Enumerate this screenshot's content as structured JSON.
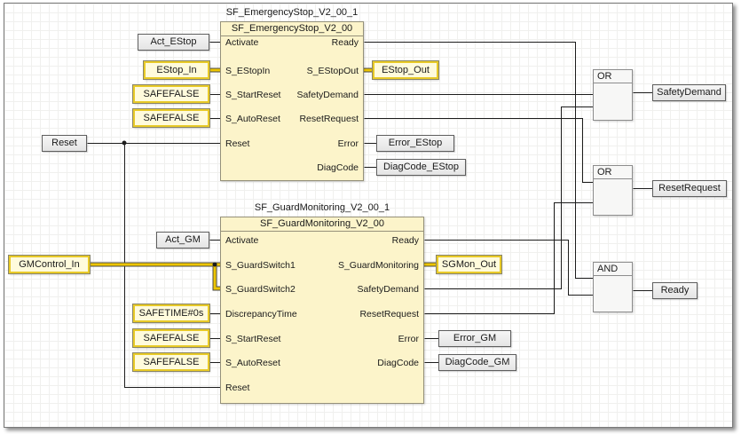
{
  "es": {
    "instance": "SF_EmergencyStop_V2_00_1",
    "title": "SF_EmergencyStop_V2_00",
    "inputs": [
      "Activate",
      "S_EStopIn",
      "S_StartReset",
      "S_AutoReset",
      "Reset"
    ],
    "outputs": [
      "Ready",
      "S_EStopOut",
      "SafetyDemand",
      "ResetRequest",
      "Error",
      "DiagCode"
    ]
  },
  "gm": {
    "instance": "SF_GuardMonitoring_V2_00_1",
    "title": "SF_GuardMonitoring_V2_00",
    "inputs": [
      "Activate",
      "S_GuardSwitch1",
      "S_GuardSwitch2",
      "DiscrepancyTime",
      "S_StartReset",
      "S_AutoReset",
      "Reset"
    ],
    "outputs": [
      "Ready",
      "S_GuardMonitoring",
      "SafetyDemand",
      "ResetRequest",
      "Error",
      "DiagCode"
    ]
  },
  "gates": {
    "or_safetydemand": "OR",
    "or_resetrequest": "OR",
    "and_ready": "AND"
  },
  "operands": {
    "act_estop": "Act_EStop",
    "estop_in": "EStop_In",
    "safefalse_es_startreset": "SAFEFALSE",
    "safefalse_es_autoreset": "SAFEFALSE",
    "reset": "Reset",
    "estop_out": "EStop_Out",
    "error_estop": "Error_EStop",
    "diagcode_estop": "DiagCode_EStop",
    "act_gm": "Act_GM",
    "gmcontrol_in": "GMControl_In",
    "safetime": "SAFETIME#0s",
    "safefalse_gm_startreset": "SAFEFALSE",
    "safefalse_gm_autoreset": "SAFEFALSE",
    "sgmon_out": "SGMon_Out",
    "error_gm": "Error_GM",
    "diagcode_gm": "DiagCode_GM",
    "safetydemand": "SafetyDemand",
    "resetrequest": "ResetRequest",
    "ready": "Ready"
  },
  "colors": {
    "safety_fill": "#FCF4CA",
    "safety_border": "#E8CA28",
    "standard_fill": "#EBEBEB",
    "wire": "#1C1C1C",
    "safety_wire": "#EDC500",
    "grid": "#F0F0EE"
  }
}
